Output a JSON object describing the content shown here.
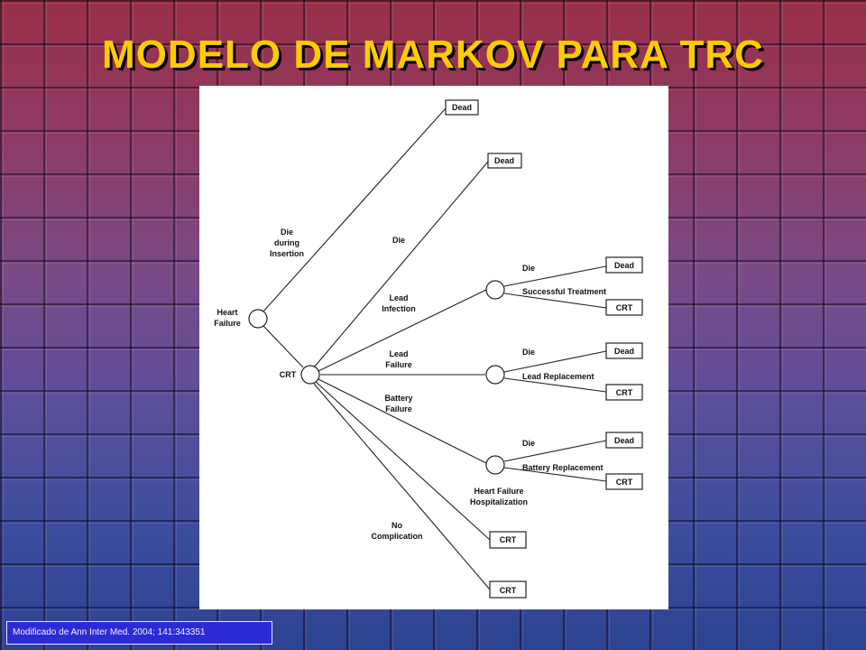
{
  "slide": {
    "title": "MODELO DE MARKOV PARA TRC",
    "citation": "Modificado de Ann Inter Med. 2004; 141:343351"
  },
  "diagram": {
    "nodes": {
      "heart_failure": [
        "Heart",
        "Failure"
      ],
      "crt": "CRT"
    },
    "edge_labels": {
      "die_during_insertion": [
        "Die",
        "during",
        "Insertion"
      ],
      "die": "Die",
      "lead_infection": [
        "Lead",
        "Infection"
      ],
      "lead_failure": [
        "Lead",
        "Failure"
      ],
      "battery_failure": [
        "Battery",
        "Failure"
      ],
      "heart_failure_hospitalization": [
        "Heart Failure",
        "Hospitalization"
      ],
      "no_complication": [
        "No",
        "Complication"
      ],
      "successful_treatment": "Successful Treatment",
      "lead_replacement": "Lead Replacement",
      "battery_replacement": "Battery Replacement"
    },
    "terminal": {
      "dead": "Dead",
      "crt": "CRT"
    }
  },
  "colors": {
    "title": "#ffcc00",
    "citation_background": "#2b2bd6",
    "panel": "#ffffff"
  }
}
